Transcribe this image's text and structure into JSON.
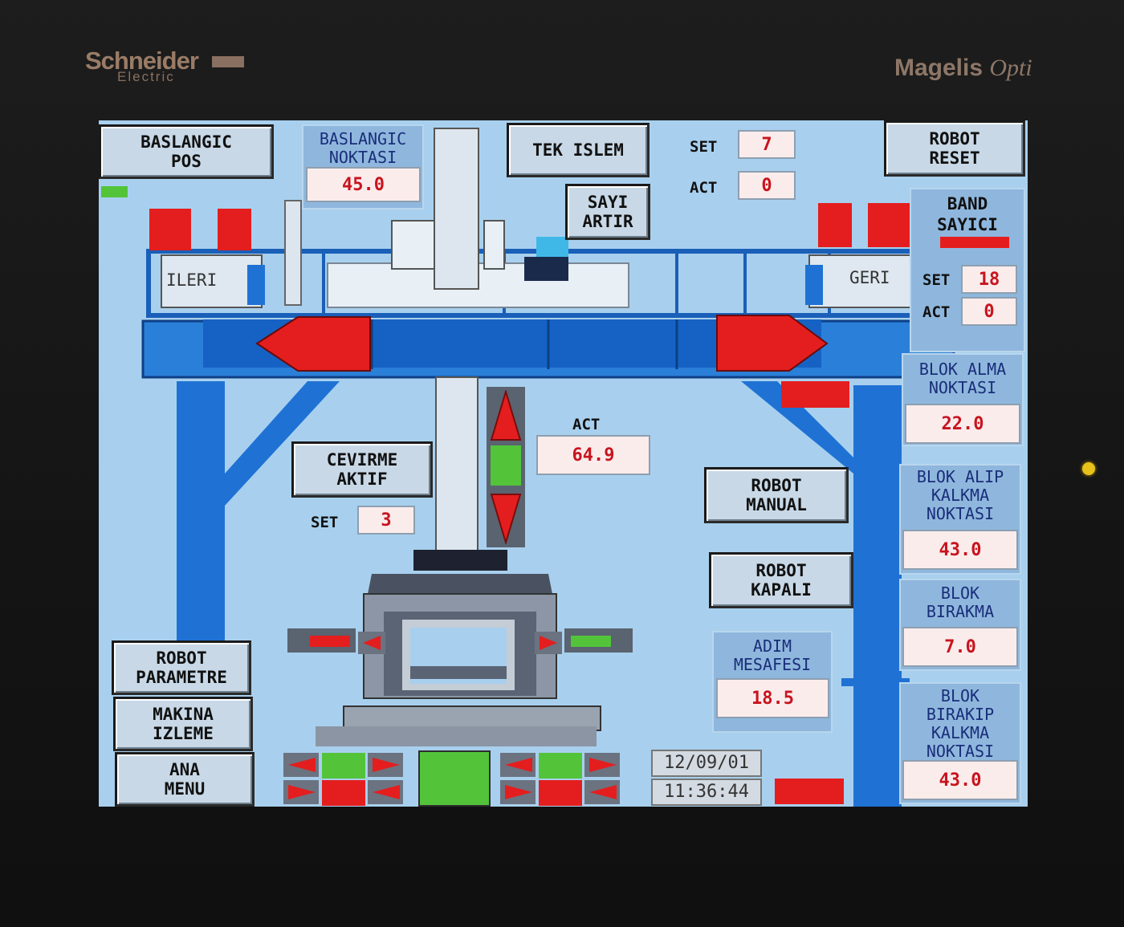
{
  "device": {
    "brand": "Schneider",
    "brand_sub": "Electric",
    "model_name": "Magelis",
    "model_suffix": "Opti"
  },
  "buttons": {
    "baslangic_pos": "BASLANGIC\nPOS",
    "tek_islem": "TEK ISLEM",
    "sayi_artir": "SAYI\nARTIR",
    "robot_reset": "ROBOT\nRESET",
    "cevirme_aktif": "CEVIRME\nAKTIF",
    "robot_manual": "ROBOT\nMANUAL",
    "robot_kapali": "ROBOT\nKAPALI",
    "robot_parametre": "ROBOT\nPARAMETRE",
    "makina_izleme": "MAKINA\nIZLEME",
    "ana_menu": "ANA\nMENU"
  },
  "baslangic_noktasi": {
    "label": "BASLANGIC\nNOKTASI",
    "value": "45.0"
  },
  "counter": {
    "set_label": "SET",
    "set_value": "7",
    "act_label": "ACT",
    "act_value": "0"
  },
  "band_sayici": {
    "title": "BAND\nSAYICI",
    "set_label": "SET",
    "set_value": "18",
    "act_label": "ACT",
    "act_value": "0"
  },
  "gantry": {
    "ileri": "ILERI",
    "geri": "GERI"
  },
  "vertical": {
    "act_label": "ACT",
    "act_value": "64.9"
  },
  "cevirme": {
    "set_label": "SET",
    "set_value": "3"
  },
  "adim_mesafesi": {
    "label": "ADIM\nMESAFESI",
    "value": "18.5"
  },
  "right_params": [
    {
      "label": "BLOK ALMA\nNOKTASI",
      "value": "22.0"
    },
    {
      "label": "BLOK ALIP\nKALKMA\nNOKTASI",
      "value": "43.0"
    },
    {
      "label": "BLOK\nBIRAKMA",
      "value": "7.0"
    },
    {
      "label": "BLOK\nBIRAKIP\nKALKMA\nNOKTASI",
      "value": "43.0"
    }
  ],
  "datetime": {
    "date": "12/09/01",
    "time": "11:36:44"
  },
  "colors": {
    "screen_bg": "#a8d0ee",
    "accent_blue": "#1f72d4",
    "alarm_red": "#e41e1e",
    "ok_green": "#53c43a",
    "value_text": "#c8141e"
  }
}
